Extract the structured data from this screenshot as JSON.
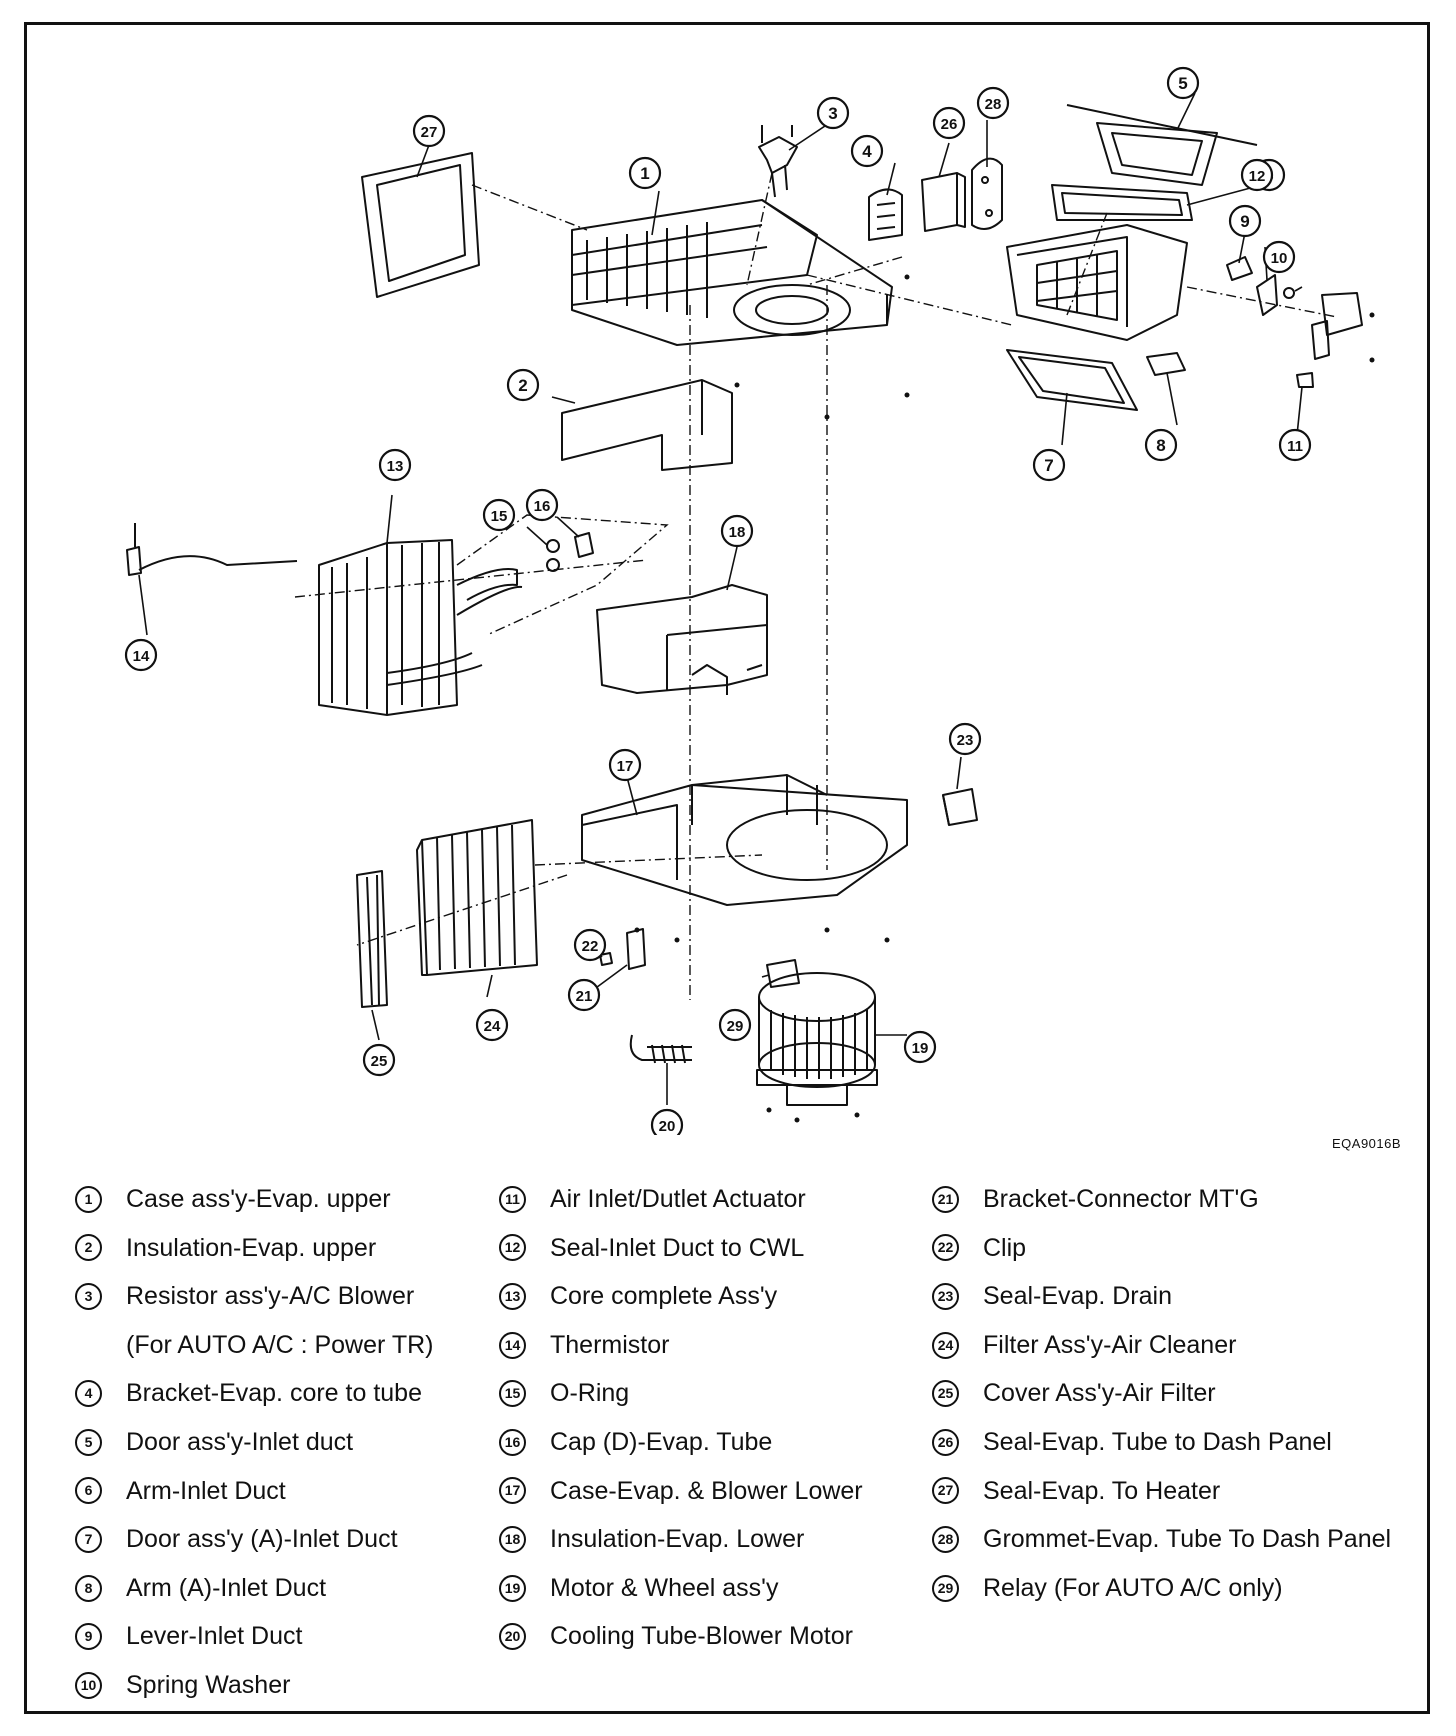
{
  "figure_code": "EQA9016B",
  "callout_numbers": [
    "1",
    "2",
    "3",
    "4",
    "5",
    "6",
    "7",
    "8",
    "9",
    "10",
    "11",
    "12",
    "13",
    "14",
    "15",
    "16",
    "17",
    "18",
    "19",
    "20",
    "21",
    "22",
    "23",
    "24",
    "25",
    "26",
    "27",
    "28",
    "29"
  ],
  "legend": {
    "col1": [
      {
        "num": "1",
        "text": "Case ass'y-Evap. upper"
      },
      {
        "num": "2",
        "text": "Insulation-Evap. upper"
      },
      {
        "num": "3",
        "text": "Resistor ass'y-A/C Blower"
      },
      {
        "num": "",
        "text": "(For AUTO A/C : Power TR)"
      },
      {
        "num": "4",
        "text": "Bracket-Evap. core to tube"
      },
      {
        "num": "5",
        "text": "Door ass'y-Inlet duct"
      },
      {
        "num": "6",
        "text": "Arm-Inlet Duct"
      },
      {
        "num": "7",
        "text": "Door ass'y (A)-Inlet Duct"
      },
      {
        "num": "8",
        "text": "Arm (A)-Inlet Duct"
      },
      {
        "num": "9",
        "text": "Lever-Inlet Duct"
      },
      {
        "num": "10",
        "text": "Spring Washer"
      }
    ],
    "col2": [
      {
        "num": "11",
        "text": "Air Inlet/Dutlet Actuator"
      },
      {
        "num": "12",
        "text": "Seal-Inlet Duct to CWL"
      },
      {
        "num": "13",
        "text": "Core complete Ass'y"
      },
      {
        "num": "14",
        "text": "Thermistor"
      },
      {
        "num": "15",
        "text": "O-Ring"
      },
      {
        "num": "16",
        "text": "Cap (D)-Evap. Tube"
      },
      {
        "num": "17",
        "text": "Case-Evap. & Blower Lower"
      },
      {
        "num": "18",
        "text": "Insulation-Evap. Lower"
      },
      {
        "num": "19",
        "text": "Motor & Wheel ass'y"
      },
      {
        "num": "20",
        "text": "Cooling Tube-Blower Motor"
      }
    ],
    "col3": [
      {
        "num": "21",
        "text": "Bracket-Connector MT'G"
      },
      {
        "num": "22",
        "text": "Clip"
      },
      {
        "num": "23",
        "text": "Seal-Evap. Drain"
      },
      {
        "num": "24",
        "text": "Filter Ass'y-Air Cleaner"
      },
      {
        "num": "25",
        "text": "Cover Ass'y-Air Filter"
      },
      {
        "num": "26",
        "text": "Seal-Evap. Tube to Dash Panel"
      },
      {
        "num": "27",
        "text": "Seal-Evap. To Heater"
      },
      {
        "num": "28",
        "text": "Grommet-Evap. Tube To Dash Panel"
      },
      {
        "num": "29",
        "text": "Relay (For AUTO A/C only)"
      }
    ]
  }
}
